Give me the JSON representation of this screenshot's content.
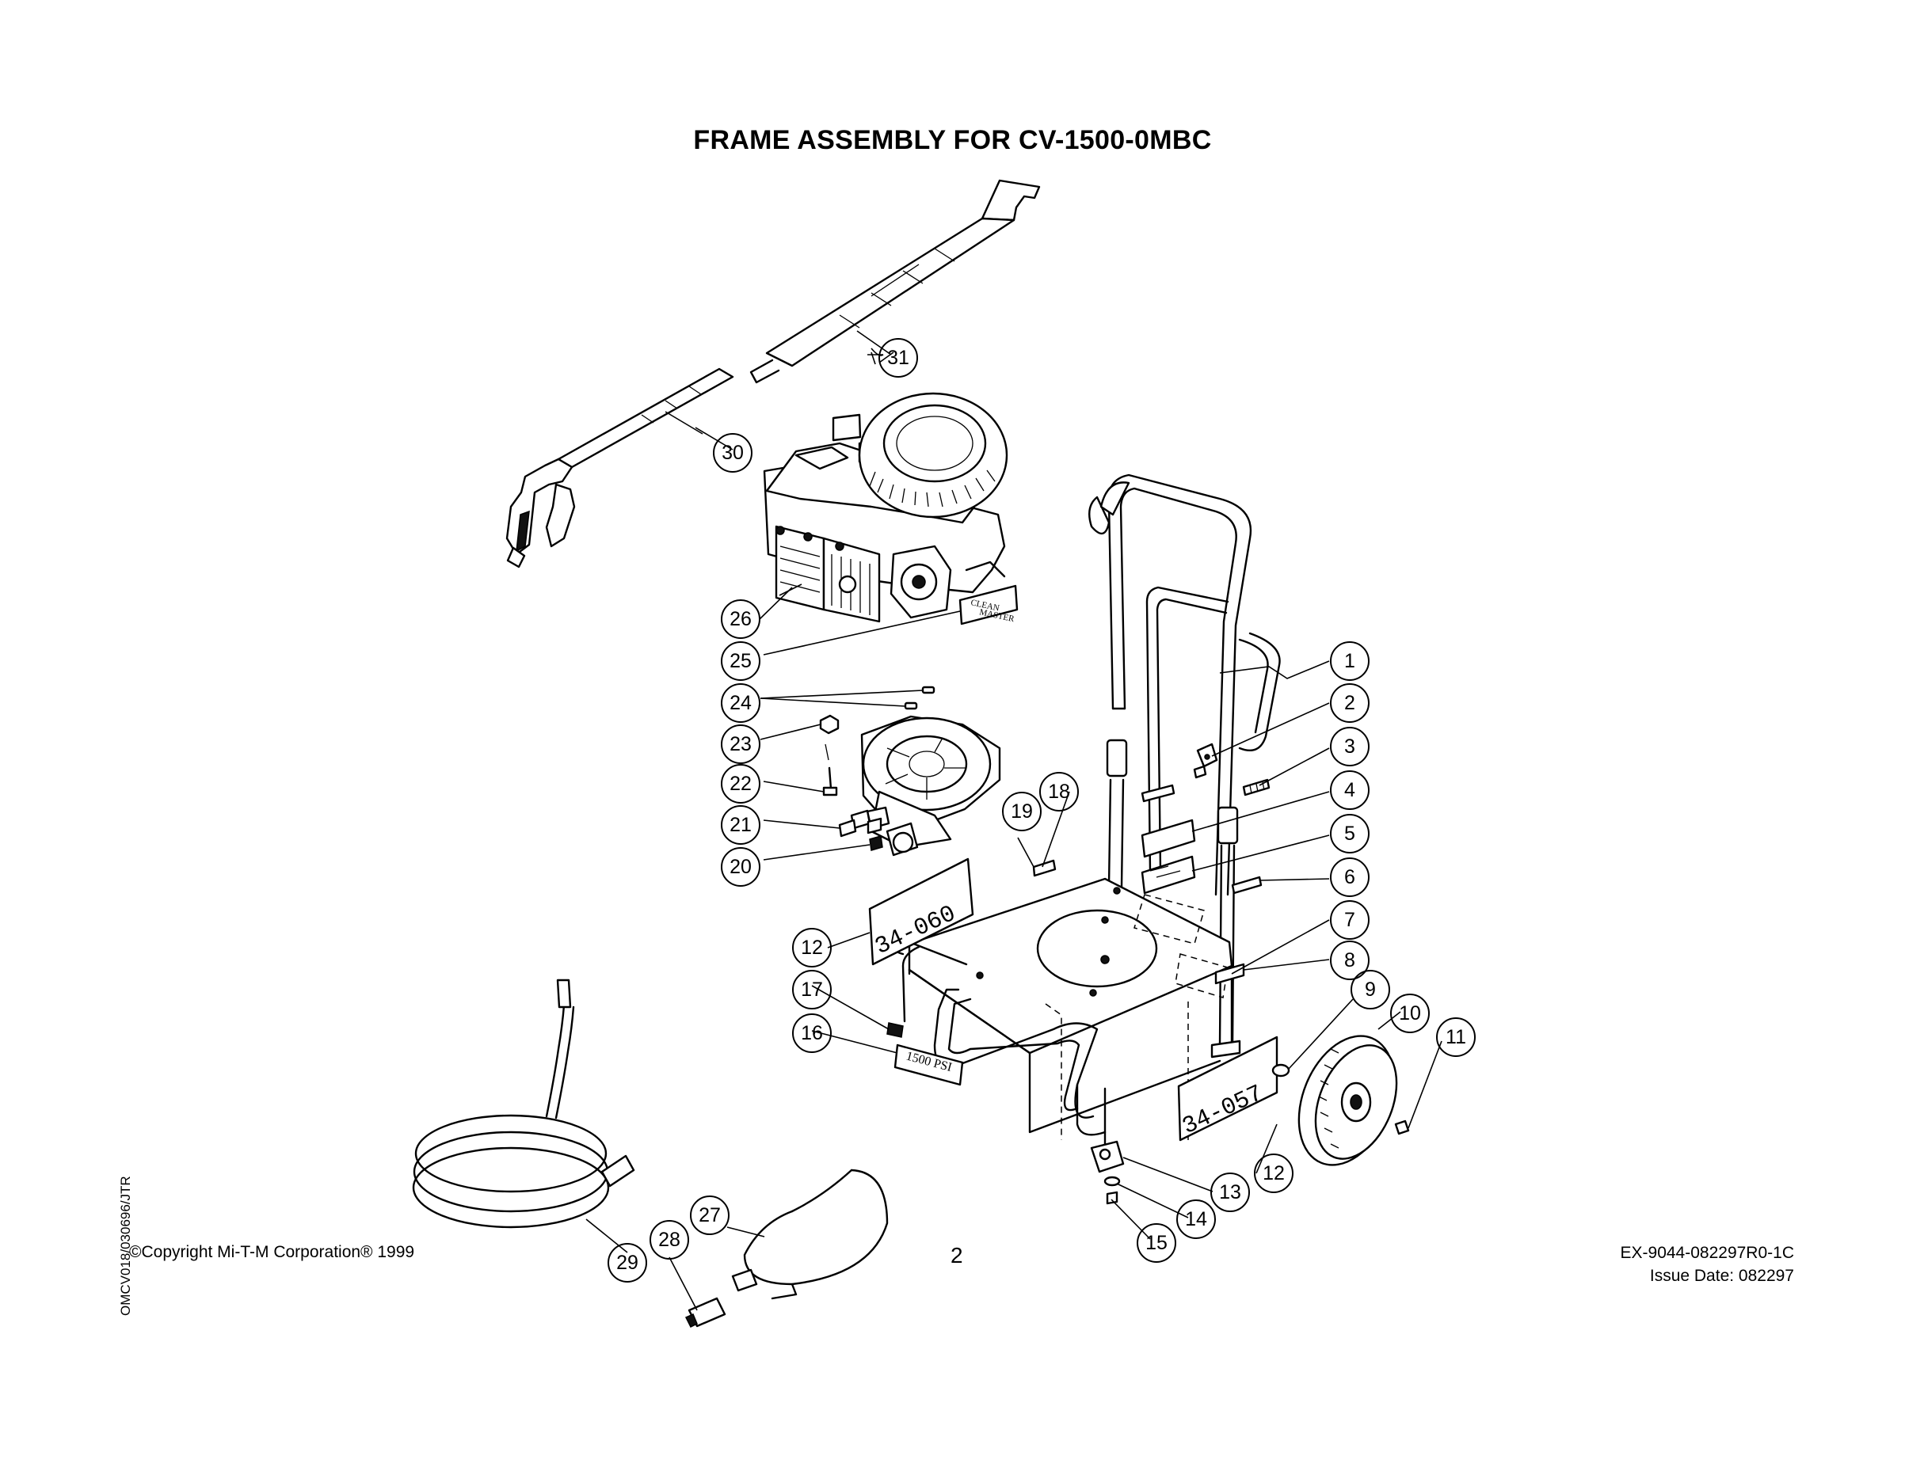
{
  "document": {
    "title": "FRAME ASSEMBLY FOR CV-1500-0MBC",
    "side_code": "OMCV018/030696/JTR",
    "copyright": "©Copyright Mi-T-M Corporation® 1999",
    "page_number": "2",
    "doc_number": "EX-9044-082297R0-1C",
    "issue_date": "Issue Date: 082297"
  },
  "decals": {
    "frame_decal_left": "34-060",
    "frame_decal_right": "34-057",
    "psi_decal": "1500 PSI",
    "engine_decal_line1": "CLEAN",
    "engine_decal_line2": "MASTER"
  },
  "callouts": [
    "1",
    "2",
    "3",
    "4",
    "5",
    "6",
    "7",
    "8",
    "9",
    "10",
    "11",
    "12",
    "12",
    "13",
    "14",
    "15",
    "16",
    "17",
    "18",
    "19",
    "20",
    "21",
    "22",
    "23",
    "24",
    "25",
    "26",
    "27",
    "28",
    "29",
    "30",
    "31"
  ],
  "parts": [
    {
      "label": "1",
      "part": "frame-handle"
    },
    {
      "label": "2",
      "part": "handle-clip"
    },
    {
      "label": "3",
      "part": "bolt"
    },
    {
      "label": "4",
      "part": "decal"
    },
    {
      "label": "5",
      "part": "decal"
    },
    {
      "label": "6",
      "part": "decal"
    },
    {
      "label": "7",
      "part": "frame-base"
    },
    {
      "label": "8",
      "part": "decal"
    },
    {
      "label": "9",
      "part": "washer"
    },
    {
      "label": "10",
      "part": "wheel"
    },
    {
      "label": "11",
      "part": "axle-cap"
    },
    {
      "label": "12",
      "part": "frame-decal"
    },
    {
      "label": "13",
      "part": "foot"
    },
    {
      "label": "14",
      "part": "washer"
    },
    {
      "label": "15",
      "part": "screw"
    },
    {
      "label": "16",
      "part": "psi-decal"
    },
    {
      "label": "17",
      "part": "decal"
    },
    {
      "label": "18",
      "part": "decal"
    },
    {
      "label": "19",
      "part": "decal"
    },
    {
      "label": "20",
      "part": "fitting"
    },
    {
      "label": "21",
      "part": "fitting"
    },
    {
      "label": "22",
      "part": "bolt"
    },
    {
      "label": "23",
      "part": "nut"
    },
    {
      "label": "24",
      "part": "key"
    },
    {
      "label": "25",
      "part": "engine-decal"
    },
    {
      "label": "26",
      "part": "engine"
    },
    {
      "label": "27",
      "part": "chemical-hose"
    },
    {
      "label": "28",
      "part": "fitting"
    },
    {
      "label": "29",
      "part": "high-pressure-hose"
    },
    {
      "label": "30",
      "part": "spray-gun"
    },
    {
      "label": "31",
      "part": "wand"
    }
  ]
}
